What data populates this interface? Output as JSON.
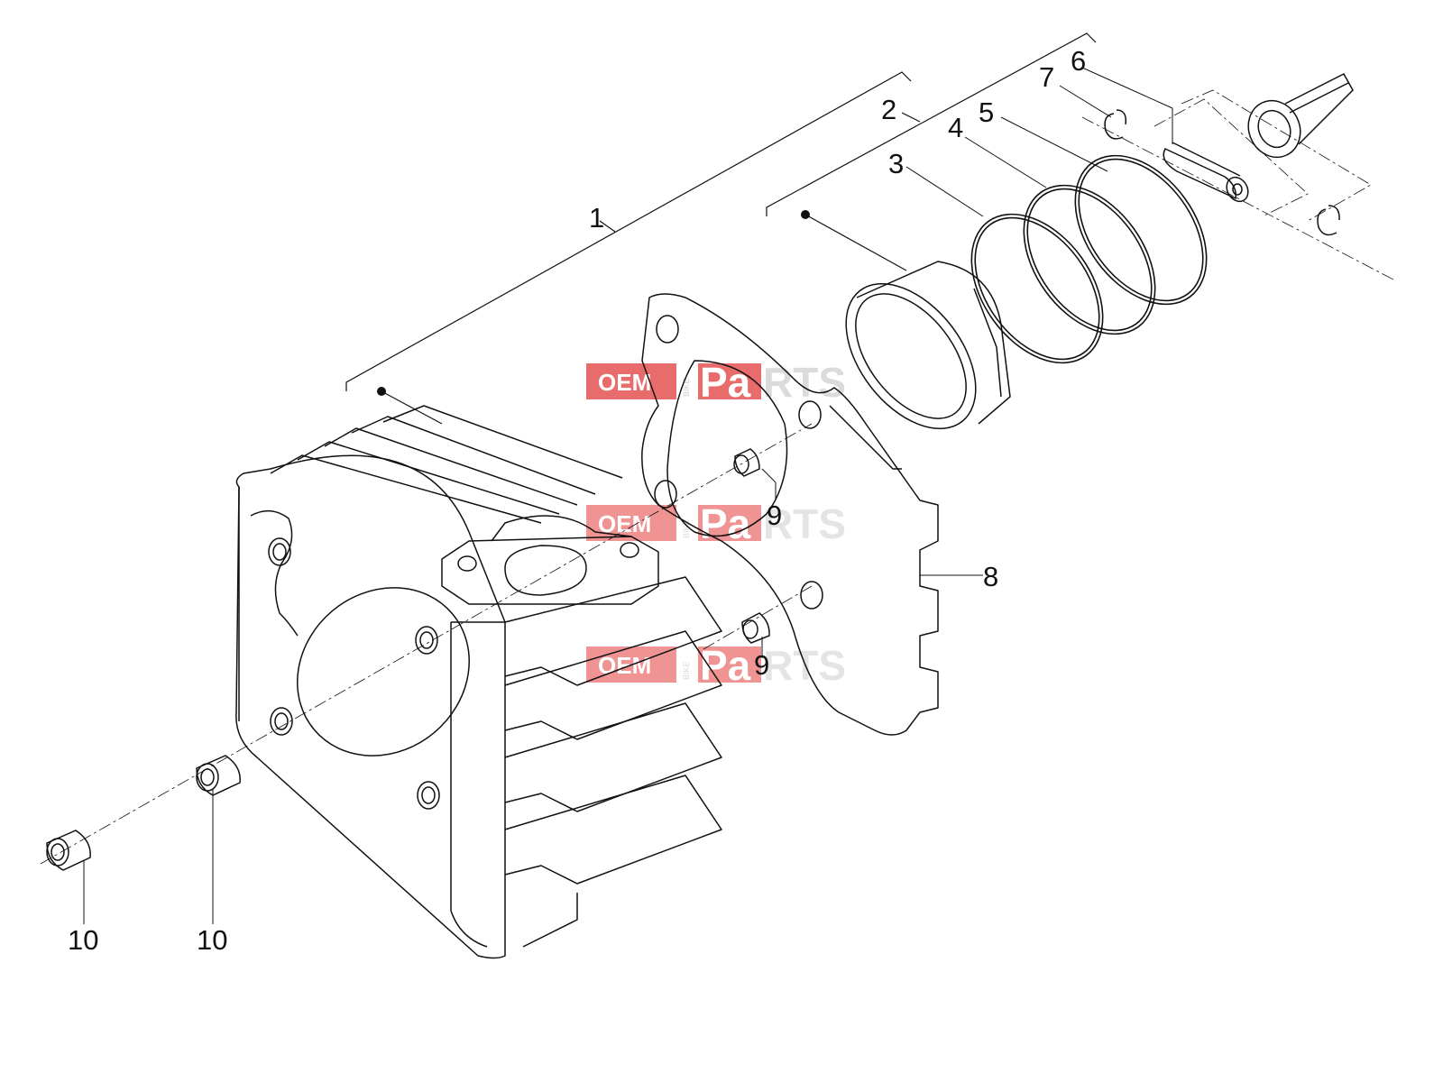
{
  "diagram": {
    "callouts": [
      {
        "id": "1",
        "label": "1"
      },
      {
        "id": "2",
        "label": "2"
      },
      {
        "id": "3",
        "label": "3"
      },
      {
        "id": "4",
        "label": "4"
      },
      {
        "id": "5",
        "label": "5"
      },
      {
        "id": "6",
        "label": "6"
      },
      {
        "id": "7",
        "label": "7"
      },
      {
        "id": "8",
        "label": "8"
      },
      {
        "id": "9a",
        "label": "9"
      },
      {
        "id": "9b",
        "label": "9"
      },
      {
        "id": "10a",
        "label": "10"
      },
      {
        "id": "10b",
        "label": "10"
      }
    ],
    "watermark": {
      "oem": "OEM",
      "bike": "BIKE",
      "pa": "Pa",
      "rts": "RTS"
    },
    "colors": {
      "line": "#111111",
      "watermark_red": "#e23b3b",
      "watermark_gray": "#cfcfcf"
    }
  }
}
